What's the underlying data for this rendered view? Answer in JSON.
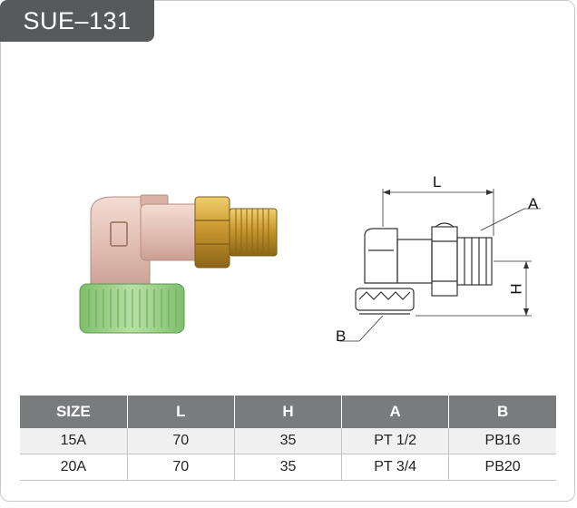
{
  "model": {
    "code": "SUE–131"
  },
  "diagram": {
    "labels": {
      "L": "L",
      "H": "H",
      "A": "A",
      "B": "B"
    }
  },
  "table": {
    "headers": [
      "SIZE",
      "L",
      "H",
      "A",
      "B"
    ],
    "rows": [
      [
        "15A",
        "70",
        "35",
        "PT 1/2",
        "PB16"
      ],
      [
        "20A",
        "70",
        "35",
        "PT 3/4",
        "PB20"
      ]
    ]
  },
  "colors": {
    "badge": "#58595b",
    "header": "#7a7b7d",
    "fitting_body": "#e3bfb3",
    "brass": "#c9972f",
    "cap_green": "#9dd08a"
  }
}
